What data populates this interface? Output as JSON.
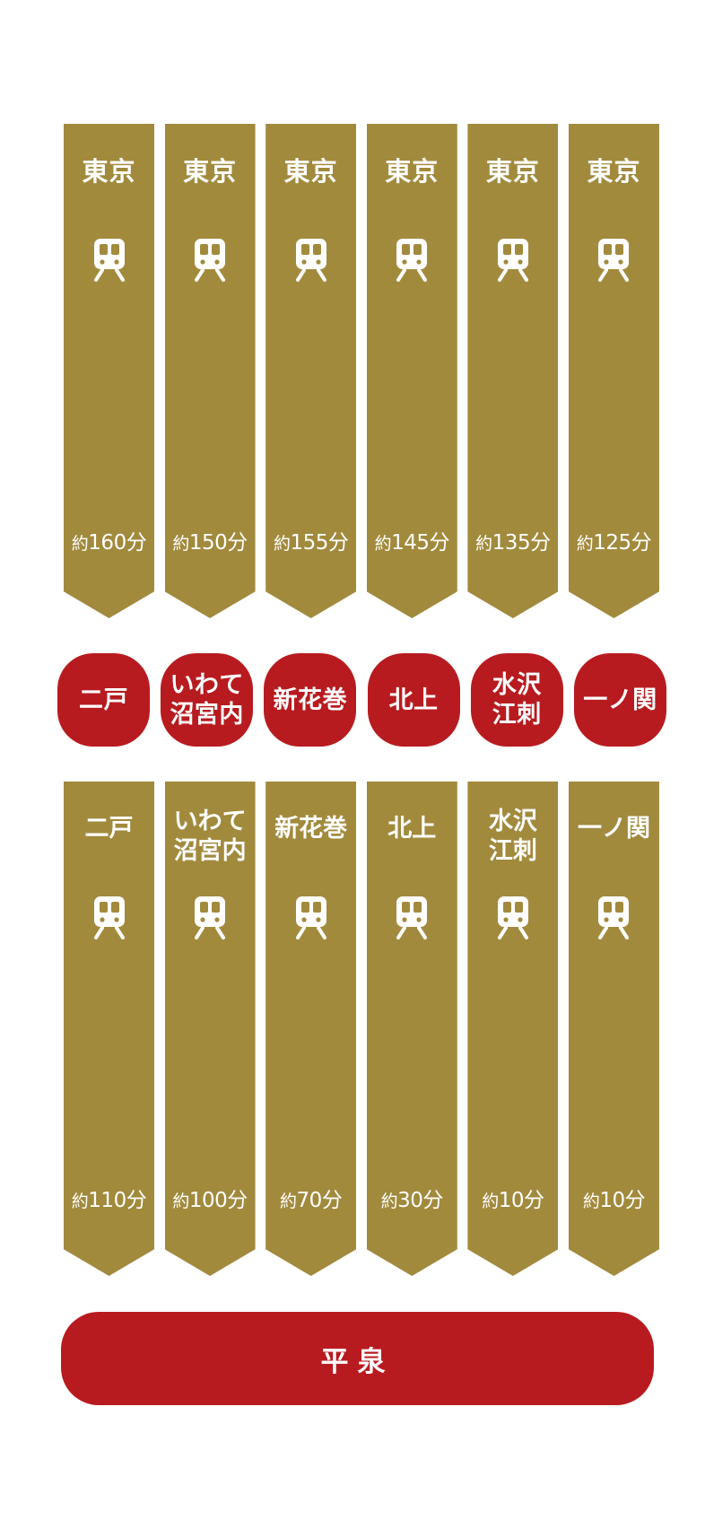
{
  "to_hiraizumi_routes": [
    {
      "origin": "東京",
      "time_prefix": "約",
      "time": "160分"
    },
    {
      "origin": "東京",
      "time_prefix": "約",
      "time": "150分"
    },
    {
      "origin": "東京",
      "time_prefix": "約",
      "time": "155分"
    },
    {
      "origin": "東京",
      "time_prefix": "約",
      "time": "145分"
    },
    {
      "origin": "東京",
      "time_prefix": "約",
      "time": "135分"
    },
    {
      "origin": "東京",
      "time_prefix": "約",
      "time": "125分"
    }
  ],
  "transfer_stations": [
    {
      "line1": "二戸",
      "line2": ""
    },
    {
      "line1": "いわて",
      "line2": "沼宮内"
    },
    {
      "line1": "新花巻",
      "line2": ""
    },
    {
      "line1": "北上",
      "line2": ""
    },
    {
      "line1": "水沢",
      "line2": "江刺"
    },
    {
      "line1": "一ノ関",
      "line2": ""
    }
  ],
  "second_leg_routes": [
    {
      "origin_line1": "二戸",
      "origin_line2": "",
      "time_prefix": "約",
      "time": "110分"
    },
    {
      "origin_line1": "いわて",
      "origin_line2": "沼宮内",
      "time_prefix": "約",
      "time": "100分"
    },
    {
      "origin_line1": "新花巻",
      "origin_line2": "",
      "time_prefix": "約",
      "time": "70分"
    },
    {
      "origin_line1": "北上",
      "origin_line2": "",
      "time_prefix": "約",
      "time": "30分"
    },
    {
      "origin_line1": "水沢",
      "origin_line2": "江刺",
      "time_prefix": "約",
      "time": "10分"
    },
    {
      "origin_line1": "一ノ関",
      "origin_line2": "",
      "time_prefix": "約",
      "time": "10分"
    }
  ],
  "destination": "平泉",
  "icons": {
    "train": "train-icon"
  },
  "colors": {
    "arrow_gold": "#a28a3d",
    "station_red": "#b81b1f",
    "text_white": "#ffffff"
  }
}
